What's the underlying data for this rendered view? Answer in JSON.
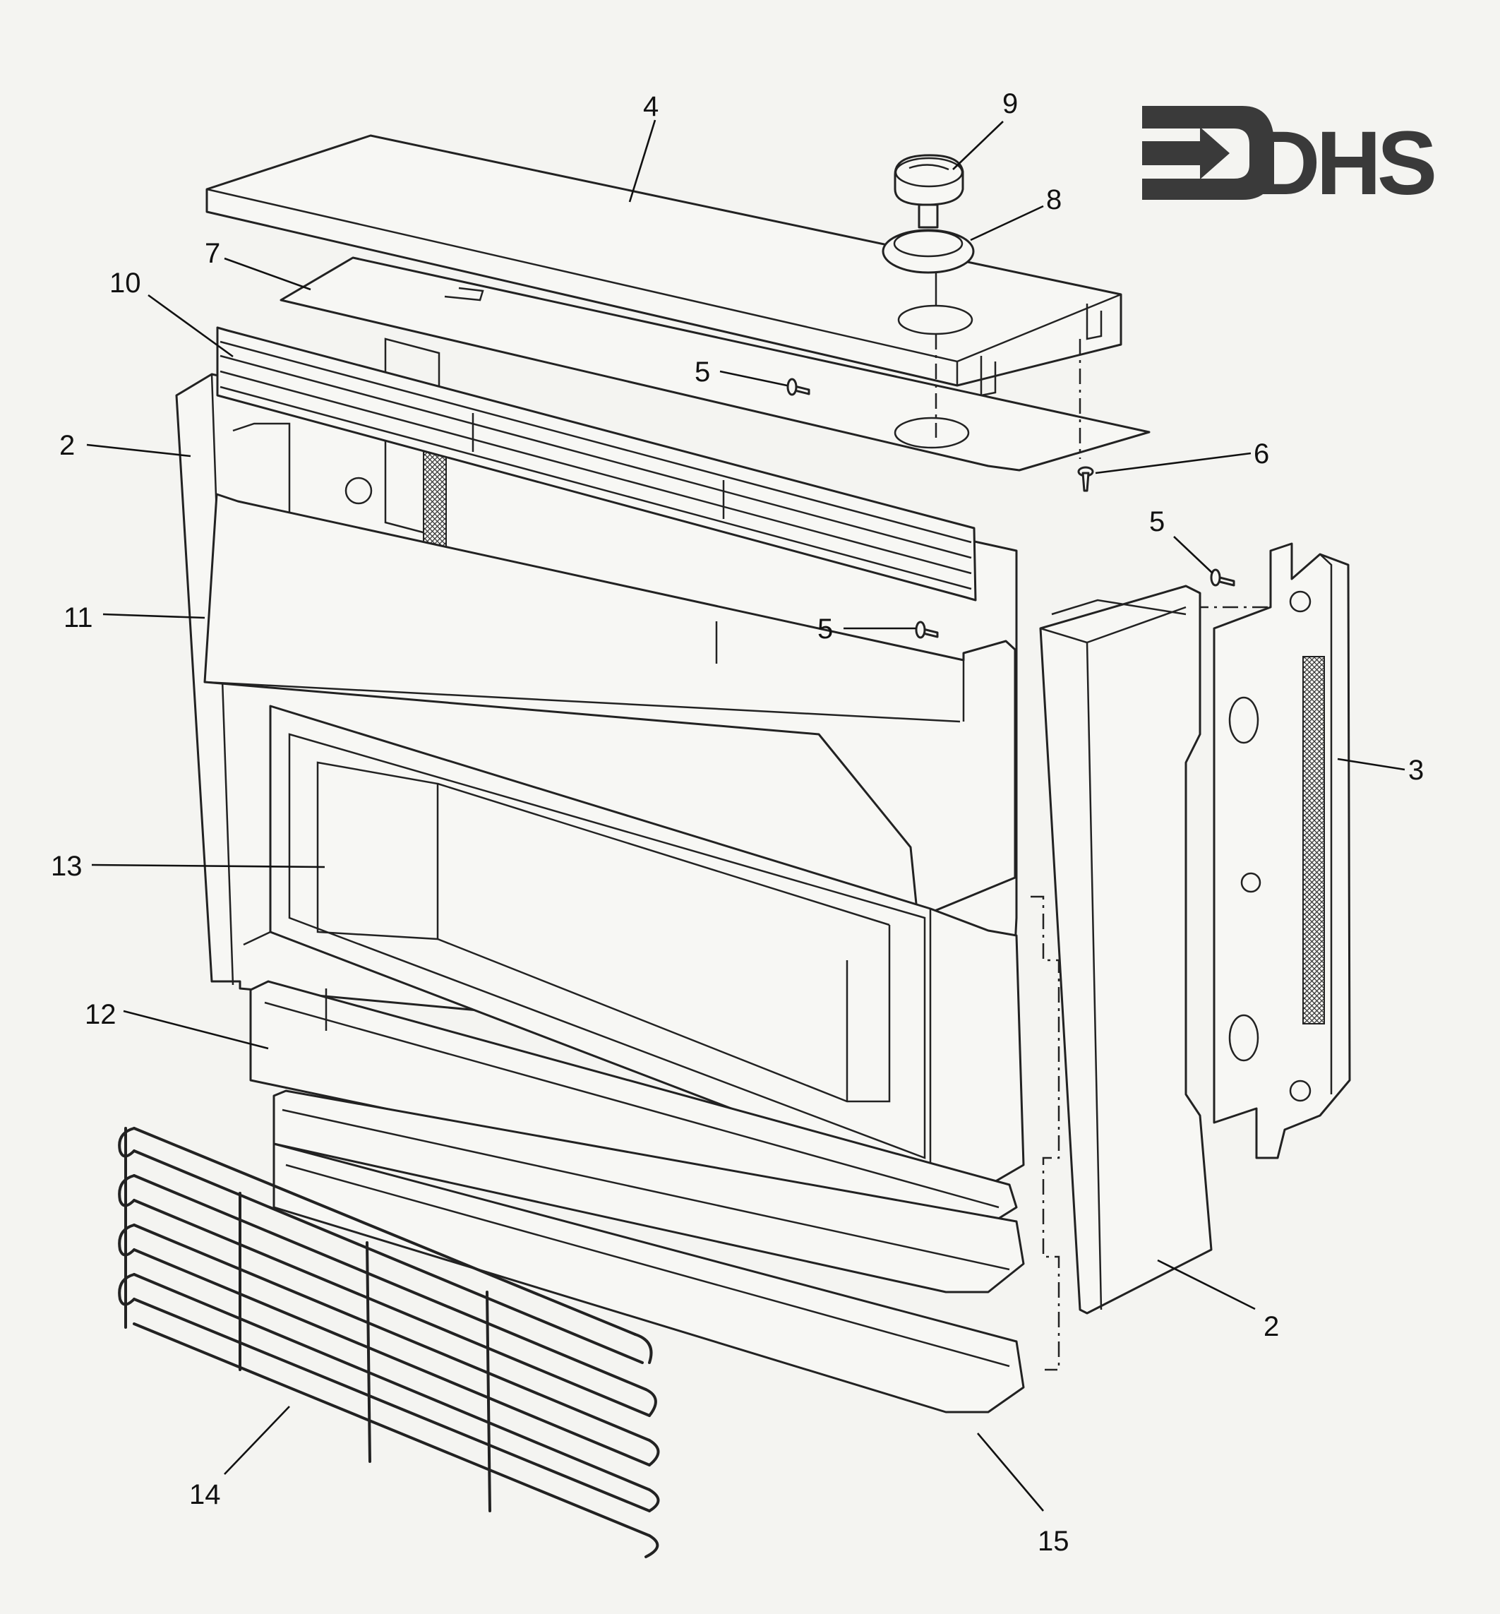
{
  "logo": {
    "text": "DHS",
    "icon": "arrow-into-bracket-logo"
  },
  "callouts": [
    {
      "id": "c-4",
      "text": "4"
    },
    {
      "id": "c-9",
      "text": "9"
    },
    {
      "id": "c-8",
      "text": "8"
    },
    {
      "id": "c-7",
      "text": "7"
    },
    {
      "id": "c-10",
      "text": "10"
    },
    {
      "id": "c-2-top",
      "text": "2"
    },
    {
      "id": "c-5-a",
      "text": "5"
    },
    {
      "id": "c-6",
      "text": "6"
    },
    {
      "id": "c-5-b",
      "text": "5"
    },
    {
      "id": "c-5-c",
      "text": "5"
    },
    {
      "id": "c-11",
      "text": "11"
    },
    {
      "id": "c-3",
      "text": "3"
    },
    {
      "id": "c-13",
      "text": "13"
    },
    {
      "id": "c-12",
      "text": "12"
    },
    {
      "id": "c-2-bot",
      "text": "2"
    },
    {
      "id": "c-14",
      "text": "14"
    },
    {
      "id": "c-15",
      "text": "15"
    }
  ]
}
